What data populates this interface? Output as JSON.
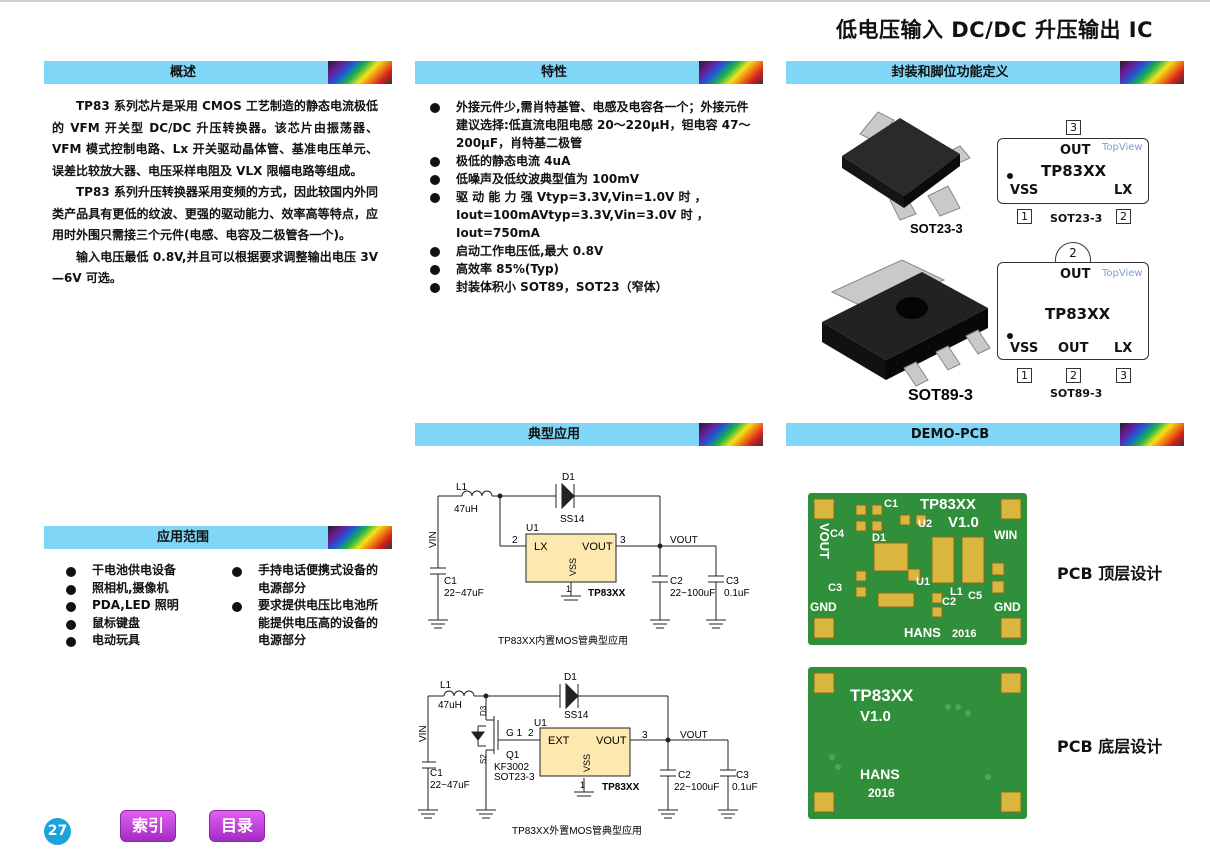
{
  "page_title": "低电压输入 DC/DC 升压输出 IC",
  "sections": {
    "overview": "概述",
    "features": "特性",
    "package": "封装和脚位功能定义",
    "applications": "应用范围",
    "typical": "典型应用",
    "demo_pcb": "DEMO-PCB"
  },
  "overview_paragraphs": [
    "TP83 系列芯片是采用 CMOS 工艺制造的静态电流极低的 VFM 开关型 DC/DC 升压转换器。该芯片由振荡器、VFM 模式控制电路、Lx 开关驱动晶体管、基准电压单元、误差比较放大器、电压采样电阻及 VLX 限幅电路等组成。",
    "TP83 系列升压转换器采用变频的方式，因此较国内外同类产品具有更低的纹波、更强的驱动能力、效率高等特点，应用时外围只需接三个元件(电感、电容及二极管各一个)。",
    "输入电压最低 0.8V,并且可以根据要求调整输出电压 3V—6V 可选。"
  ],
  "features": [
    "外接元件少,需肖特基管、电感及电容各一个；外接元件建议选择:低直流电阻电感 20～220μH，钽电容 47～200μF，肖特基二极管",
    "极低的静态电流 4uA",
    "低噪声及低纹波典型值为 100mV",
    "驱 动 能 力 强 Vtyp=3.3V,Vin=1.0V 时 ，Iout=100mAVtyp=3.3V,Vin=3.0V 时 ，Iout=750mA",
    "启动工作电压低,最大 0.8V",
    "高效率 85%(Typ)",
    "封装体积小 SOT89，SOT23（窄体）"
  ],
  "applications_left": [
    "干电池供电设备",
    "照相机,摄像机",
    "PDA,LED 照明",
    "鼠标键盘",
    "电动玩具"
  ],
  "applications_right": [
    "手持电话便携式设备的电源部分",
    "要求提供电压比电池所能提供电压高的设备的电源部分"
  ],
  "packages": {
    "sot23_photo_label": "SOT23-3",
    "sot89_photo_label": "SOT89-3",
    "sot23": {
      "part": "TP83XX",
      "view": "TopView",
      "pin3": "OUT",
      "pin1": "VSS",
      "pin2": "LX",
      "n1": "1",
      "n2": "2",
      "n3": "3",
      "pkg": "SOT23-3"
    },
    "sot89": {
      "part": "TP83XX",
      "view": "TopView",
      "tab": "OUT",
      "pin1": "VSS",
      "pin2": "OUT",
      "pin3": "LX",
      "n1": "1",
      "n2": "2",
      "n3": "3",
      "ntab": "2",
      "pkg": "SOT89-3"
    }
  },
  "circuit1": {
    "L1": "L1",
    "L1v": "47uH",
    "D1": "D1",
    "D1v": "SS14",
    "U1": "U1",
    "VIN": "VIN",
    "LX": "LX",
    "VOUT_pin": "VOUT",
    "VSS": "VSS",
    "part": "TP83XX",
    "p2": "2",
    "p3": "3",
    "p1": "1",
    "VOUT": "VOUT",
    "C1": "C1",
    "C1v": "22~47uF",
    "C2": "C2",
    "C2v": "22~100uF",
    "C3": "C3",
    "C3v": "0.1uF",
    "caption": "TP83XX内置MOS管典型应用"
  },
  "circuit2": {
    "L1": "L1",
    "L1v": "47uH",
    "D1": "D1",
    "D1v": "SS14",
    "U1": "U1",
    "VIN": "VIN",
    "EXT": "EXT",
    "VOUT_pin": "VOUT",
    "VSS": "VSS",
    "part": "TP83XX",
    "p2": "2",
    "p3": "3",
    "p1": "1",
    "G": "G 1",
    "D": "D3",
    "S": "S2",
    "Q1": "Q1",
    "Q1v": "KF3002",
    "Q1pkg": "SOT23-3",
    "VOUT": "VOUT",
    "C1": "C1",
    "C1v": "22~47uF",
    "C2": "C2",
    "C2v": "22~100uF",
    "C3": "C3",
    "C3v": "0.1uF",
    "caption": "TP83XX外置MOS管典型应用"
  },
  "pcb_top": {
    "title": "TP83XX",
    "ver": "V1.0",
    "brand": "HANS",
    "year": "2016",
    "vout": "VOUT",
    "win": "WIN",
    "gnd_l": "GND",
    "gnd_r": "GND",
    "c1": "C1",
    "c2": "C2",
    "c3": "C3",
    "c4": "C4",
    "c5": "C5",
    "d1": "D1",
    "u1": "U1",
    "u2": "U2",
    "l1": "L1"
  },
  "pcb_bottom": {
    "title": "TP83XX",
    "ver": "V1.0",
    "brand": "HANS",
    "year": "2016"
  },
  "pcb_top_label": "PCB  顶层设计",
  "pcb_bottom_label": "PCB  底层设计",
  "page_number": "27",
  "nav": {
    "index": "索引",
    "toc": "目录"
  },
  "colors": {
    "header_bg": "#7fd6f6",
    "pcb_green": "#2f8f3a",
    "chip_fill": "#fde9b0",
    "nav_purple": "#b432d0",
    "page_badge": "#1aa3dc"
  }
}
